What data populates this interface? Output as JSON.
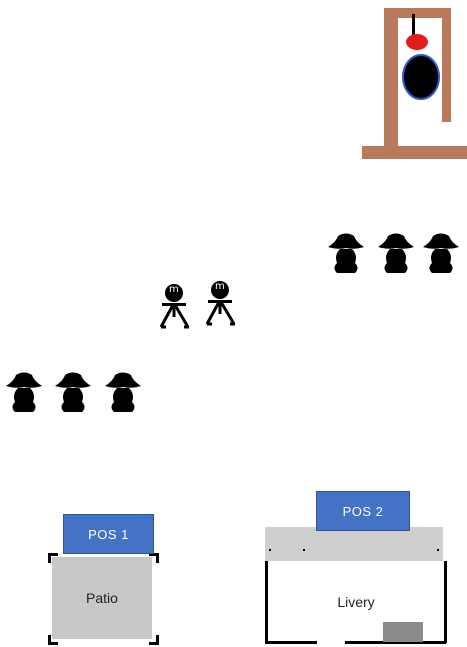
{
  "labels": {
    "pos1": "POS 1",
    "pos2": "POS 2",
    "patio": "Patio",
    "livery": "Livery",
    "figure_mark": "m"
  },
  "colors": {
    "gallows_wood": "#b87a5a",
    "noose_head": "#e41b1b",
    "noose_body": "#000000",
    "noose_outline": "#3355cc",
    "pos_fill": "#4472c4",
    "building_fill": "#c8c8c8",
    "door_fill": "#8a8a8a"
  },
  "icons": {
    "gallows": "gallows-icon",
    "cowboy": "cowboy-hat-figure-icon",
    "tripod": "tripod-figure-icon"
  },
  "groups": {
    "cowboys_right_count": 3,
    "cowboys_left_count": 3,
    "tripod_count": 2
  }
}
